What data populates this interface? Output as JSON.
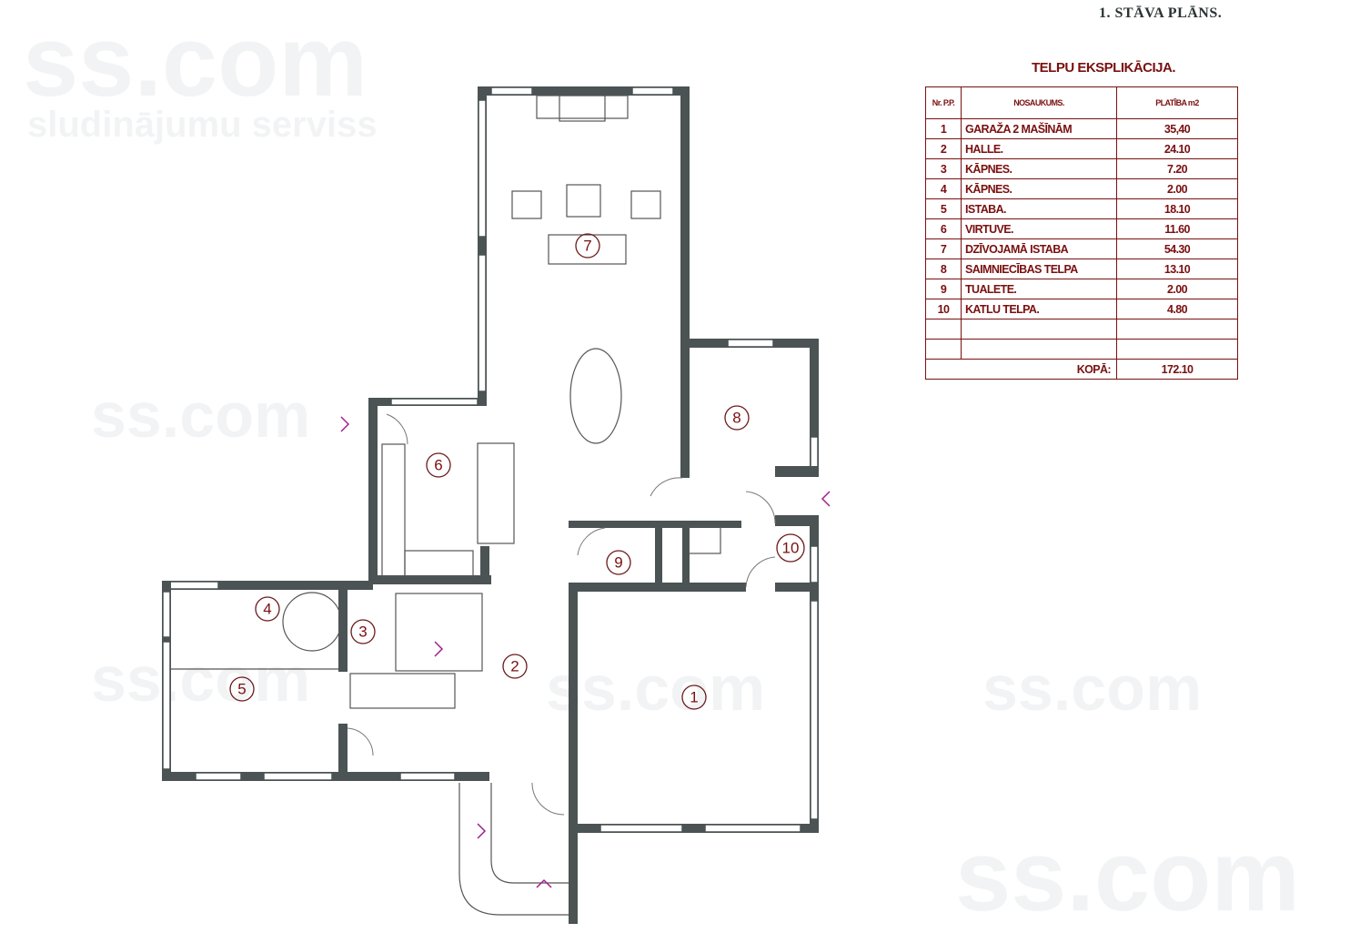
{
  "title": "1. STĀVA PLĀNS.",
  "watermark": {
    "brand": "ss.com",
    "tagline": "sludinājumu serviss"
  },
  "table": {
    "title": "TELPU EKSPLIKĀCIJA.",
    "headers": {
      "nr": "Nr. P.P.",
      "name": "NOSAUKUMS.",
      "area": "PLATĪBA m2"
    },
    "rows": [
      {
        "nr": "1",
        "name": "GARAŽA 2 MAŠĪNĀM",
        "area": "35,40"
      },
      {
        "nr": "2",
        "name": "HALLE.",
        "area": "24.10"
      },
      {
        "nr": "3",
        "name": "KĀPNES.",
        "area": "7.20"
      },
      {
        "nr": "4",
        "name": "KĀPNES.",
        "area": "2.00"
      },
      {
        "nr": "5",
        "name": "ISTABA.",
        "area": "18.10"
      },
      {
        "nr": "6",
        "name": "VIRTUVE.",
        "area": "11.60"
      },
      {
        "nr": "7",
        "name": "DZĪVOJAMĀ ISTABA",
        "area": "54.30"
      },
      {
        "nr": "8",
        "name": "SAIMNIECĪBAS TELPA",
        "area": "13.10"
      },
      {
        "nr": "9",
        "name": "TUALETE.",
        "area": "2.00"
      },
      {
        "nr": "10",
        "name": "KATLU TELPA.",
        "area": "4.80"
      }
    ],
    "total_label": "KOPĀ:",
    "total": "172.10"
  },
  "rooms": [
    "1",
    "2",
    "3",
    "4",
    "5",
    "6",
    "7",
    "8",
    "9",
    "10"
  ]
}
